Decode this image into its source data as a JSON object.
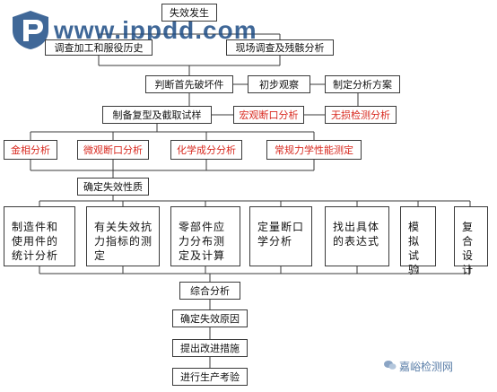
{
  "watermark": {
    "site": "www.ippdd.com",
    "footer": "嘉峪检测网"
  },
  "nodes": {
    "failure": "失效发生",
    "history": "调查加工和服役历史",
    "field": "现场调查及残骸分析",
    "first_broken": "判断首先破坏件",
    "initial_obs": "初步观察",
    "plan": "制定分析方案",
    "sample": "制备复型及截取试样",
    "macro": "宏观断口分析",
    "ndt": "无损检测分析",
    "metallo": "金相分析",
    "micro": "微观断口分析",
    "chem": "化学成分分析",
    "mech": "常规力学性能测定",
    "nature": "确定失效性质",
    "stats": "制造件和使用件的统计分析",
    "resist": "有关失效抗力指标的测定",
    "stress": "零部件应力分布测定及计算",
    "quant": "定量断口学分析",
    "expr": "找出具体的表达式",
    "simulate": "模拟试验",
    "reproduce": "复合设计",
    "synth": "综合分析",
    "cause": "确定失效原因",
    "measures": "提出改进措施",
    "production": "进行生产考验"
  },
  "colors": {
    "line": "#3a3a3a",
    "red_text": "#d8291f",
    "watermark": "#1e4d86"
  }
}
